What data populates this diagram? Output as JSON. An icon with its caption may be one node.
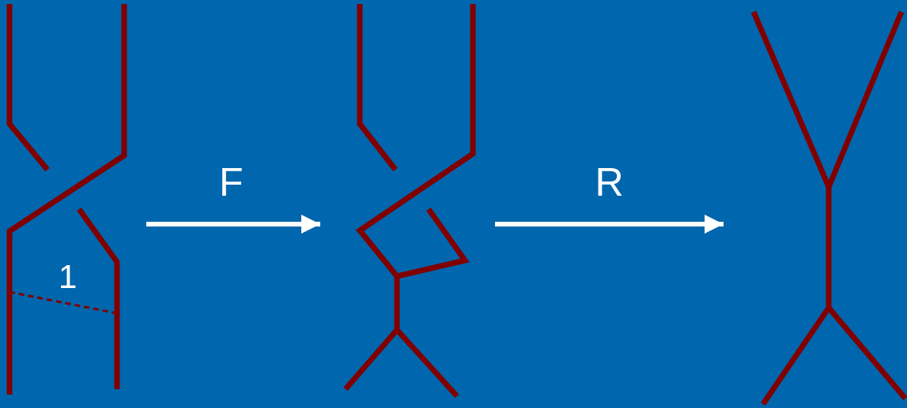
{
  "diagram": {
    "nodes": [
      {
        "text": [],
        "shape": "picture"
      },
      {
        "text": [],
        "shape": "picture"
      },
      {
        "text": [],
        "shape": "picture"
      }
    ],
    "edges": [
      {
        "from": 0,
        "to": 1,
        "arrow": "to",
        "label": "F"
      },
      {
        "from": 1,
        "to": 2,
        "arrow": "to",
        "label": "R"
      }
    ],
    "labels": [
      "1"
    ]
  }
}
